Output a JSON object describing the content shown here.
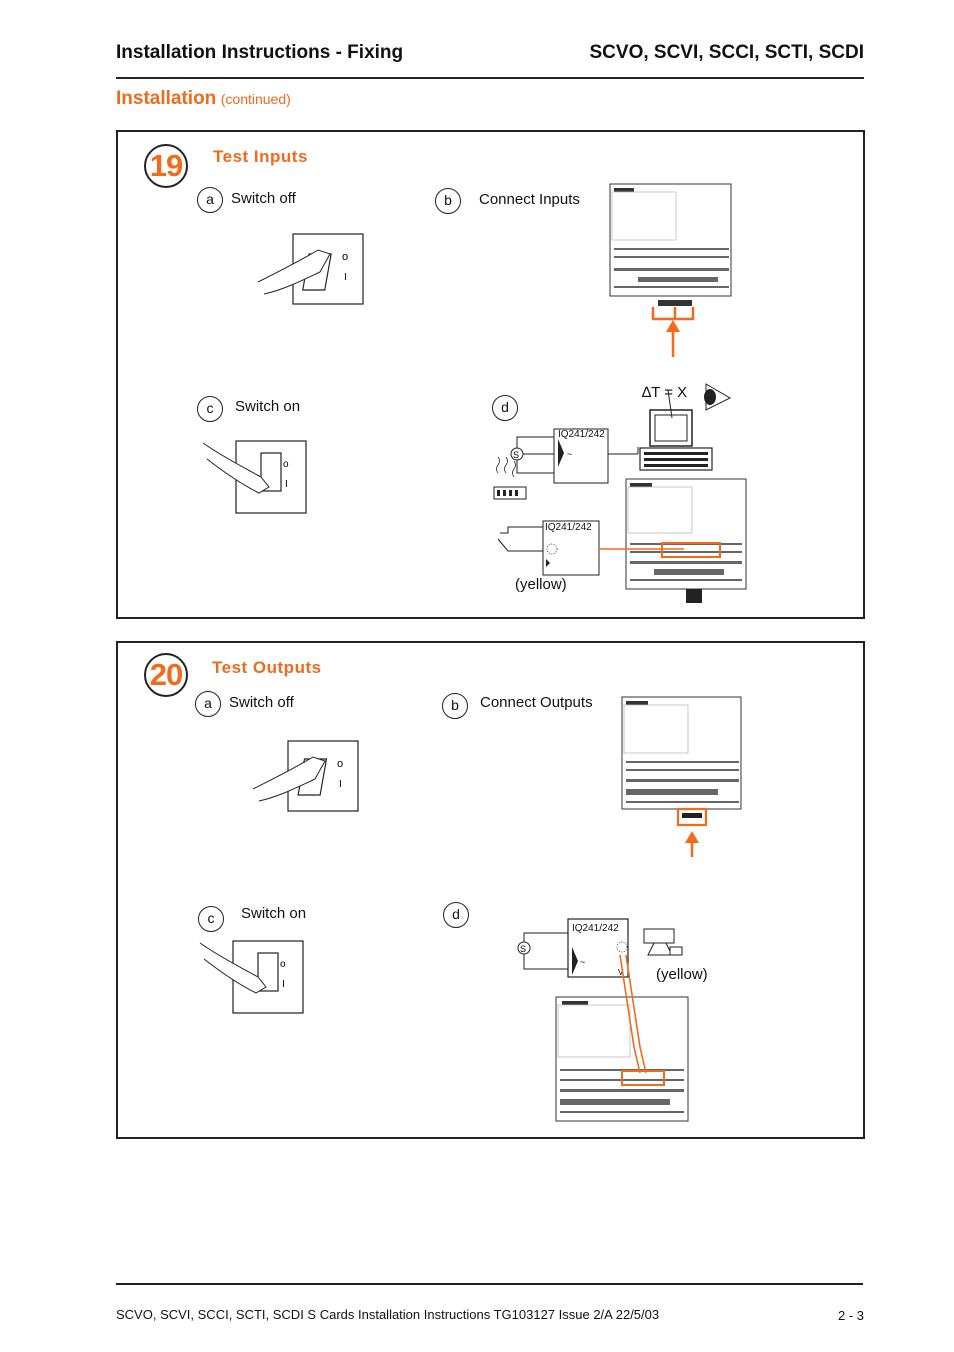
{
  "header": {
    "left_title": "Installation Instructions - Fixing",
    "right_title": "SCVO, SCVI, SCCI, SCTI, SCDI"
  },
  "section": {
    "title": "Installation",
    "subtitle": "(continued)"
  },
  "panels": [
    {
      "number": "19",
      "title": "Test  Inputs",
      "steps": {
        "a": {
          "letter": "a",
          "label": "Switch  off"
        },
        "b": {
          "letter": "b",
          "label": "Connect  Inputs"
        },
        "c": {
          "letter": "c",
          "label": "Switch on"
        },
        "d": {
          "letter": "d",
          "label": ""
        }
      },
      "delta_label": "∆T = X",
      "device_label_1": "IQ241/242",
      "device_label_2": "IQ241/242",
      "sensor_symbol": "S",
      "yellow_label": "(yellow)"
    },
    {
      "number": "20",
      "title": "Test  Outputs",
      "steps": {
        "a": {
          "letter": "a",
          "label": "Switch off"
        },
        "b": {
          "letter": "b",
          "label": "Connect Outputs"
        },
        "c": {
          "letter": "c",
          "label": "Switch on"
        },
        "d": {
          "letter": "d",
          "label": ""
        }
      },
      "device_label_1": "IQ241/242",
      "sensor_symbol": "S",
      "yellow_label": "(yellow)"
    }
  ],
  "switch_marks": {
    "off": "o",
    "on": "I"
  },
  "footer": {
    "text": "SCVO, SCVI, SCCI, SCTI, SCDI S Cards Installation Instructions TG103127 Issue 2/A 22/5/03",
    "page": "2 - 3"
  },
  "colors": {
    "accent": "#f26a1b",
    "line": "#222222"
  }
}
